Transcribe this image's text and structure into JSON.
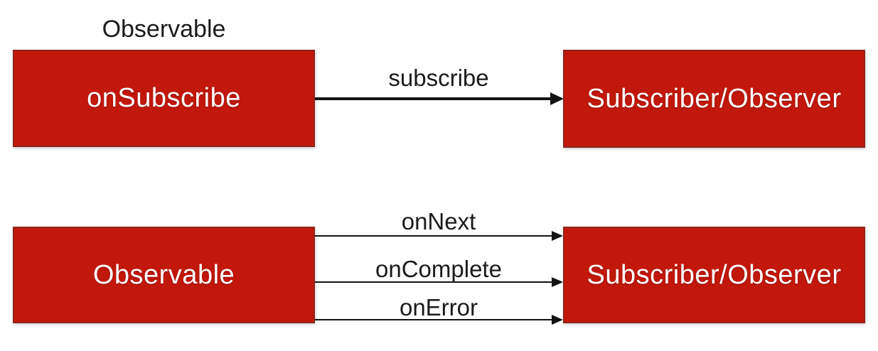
{
  "colors": {
    "box_fill": "#c2180b",
    "box_border": "#8e241b",
    "box_text": "#ffffff",
    "arrow": "#121212",
    "label_text": "#1b1b1b",
    "background": "#ffffff"
  },
  "top_section": {
    "title": "Observable",
    "left_box_label": "onSubscribe",
    "arrow_label": "subscribe",
    "right_box_label": "Subscriber/Observer"
  },
  "bottom_section": {
    "left_box_label": "Observable",
    "arrow_labels": [
      "onNext",
      "onComplete",
      "onError"
    ],
    "right_box_label": "Subscriber/Observer"
  }
}
